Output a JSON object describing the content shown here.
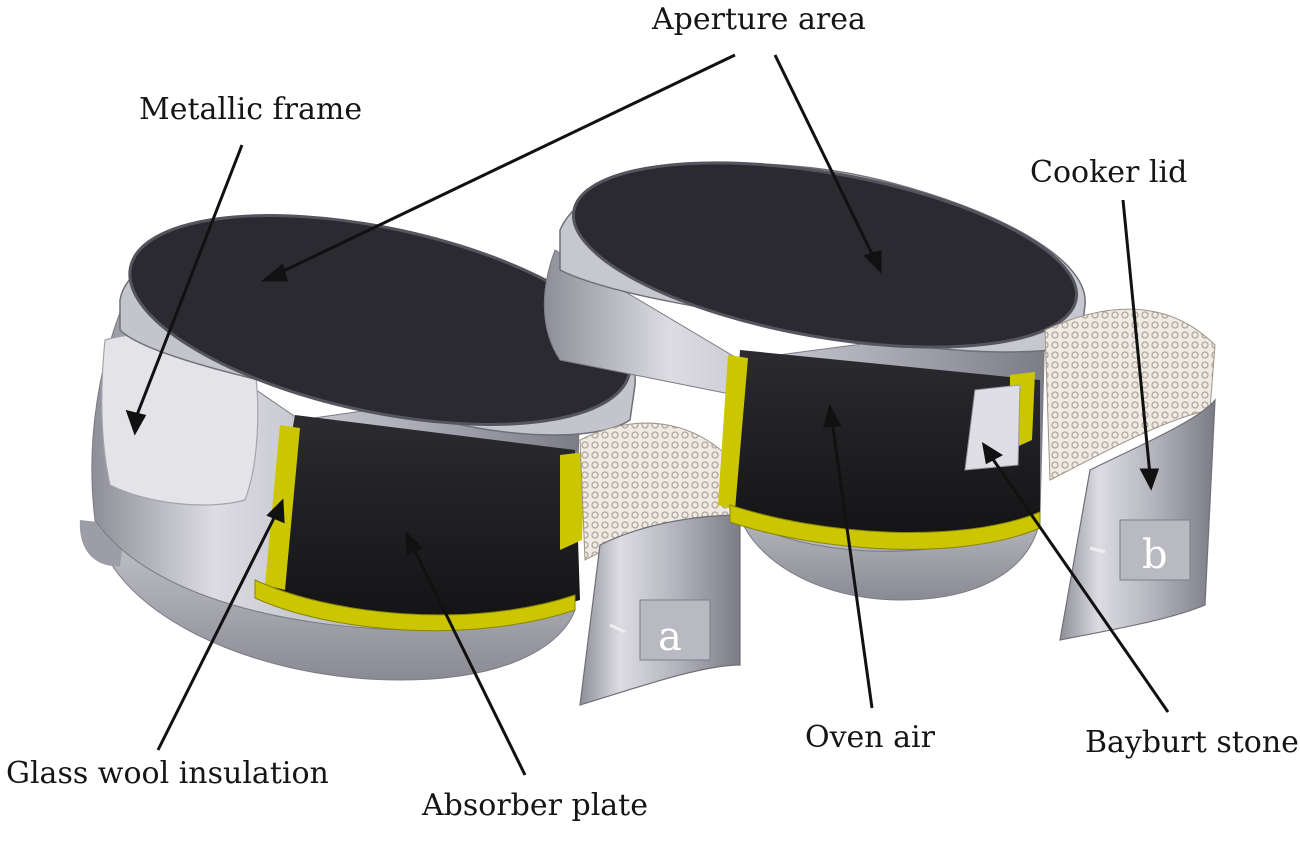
{
  "labels": {
    "metallic_frame": "Metallic frame",
    "aperture_area": "Aperture area",
    "cooker_lid": "Cooker lid",
    "glass_wool_insulation": "Glass wool insulation",
    "absorber_plate": "Absorber plate",
    "oven_air": "Oven air",
    "bayburt_stone": "Bayburt stone"
  },
  "panel_letters": {
    "a": "a",
    "b": "b"
  },
  "colors": {
    "metal_light": "#d7d7de",
    "metal_mid": "#a9a9b3",
    "metal_dark": "#6e6e78",
    "absorber_black": "#1d1d21",
    "insulation_yellow": "#c9c400",
    "stone_grid": "#b9aea3"
  }
}
